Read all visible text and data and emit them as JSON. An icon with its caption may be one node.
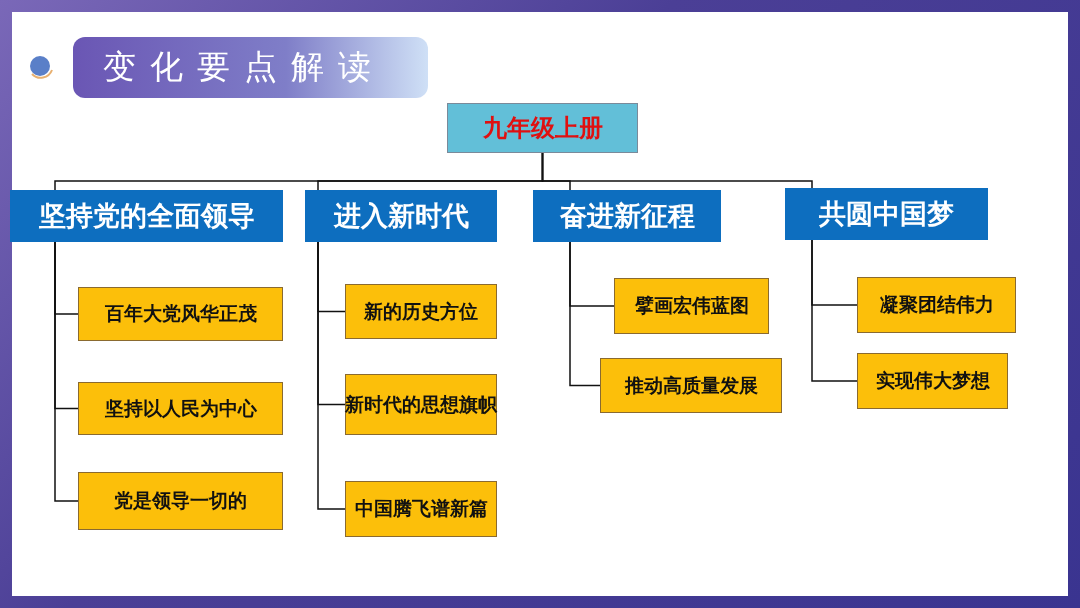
{
  "diagram": {
    "title": "变化要点解读",
    "nodes": [
      {
        "text": [
          "九年级上册"
        ]
      },
      {
        "text": [
          "坚持党的全面领导"
        ]
      },
      {
        "text": [
          "百年大党风华正茂"
        ]
      },
      {
        "text": [
          "坚持以人民为中心"
        ]
      },
      {
        "text": [
          "党是领导一切的"
        ]
      },
      {
        "text": [
          "进入新时代"
        ]
      },
      {
        "text": [
          "新的历史方位"
        ]
      },
      {
        "text": [
          "新时代的思想旗帜"
        ]
      },
      {
        "text": [
          "中国腾飞谱新篇"
        ]
      },
      {
        "text": [
          "奋进新征程"
        ]
      },
      {
        "text": [
          "擘画宏伟蓝图"
        ]
      },
      {
        "text": [
          "推动高质量发展"
        ]
      },
      {
        "text": [
          "共圆中国梦"
        ]
      },
      {
        "text": [
          "凝聚团结伟力"
        ]
      },
      {
        "text": [
          "实现伟大梦想"
        ]
      }
    ],
    "edges": [
      {
        "from": 0,
        "to": 1,
        "arrow": "none"
      },
      {
        "from": 0,
        "to": 5,
        "arrow": "none"
      },
      {
        "from": 0,
        "to": 9,
        "arrow": "none"
      },
      {
        "from": 0,
        "to": 12,
        "arrow": "none"
      },
      {
        "from": 1,
        "to": 2,
        "arrow": "none"
      },
      {
        "from": 1,
        "to": 3,
        "arrow": "none"
      },
      {
        "from": 1,
        "to": 4,
        "arrow": "none"
      },
      {
        "from": 5,
        "to": 6,
        "arrow": "none"
      },
      {
        "from": 5,
        "to": 7,
        "arrow": "none"
      },
      {
        "from": 5,
        "to": 8,
        "arrow": "none"
      },
      {
        "from": 9,
        "to": 10,
        "arrow": "none"
      },
      {
        "from": 9,
        "to": 11,
        "arrow": "none"
      },
      {
        "from": 12,
        "to": 13,
        "arrow": "none"
      },
      {
        "from": 12,
        "to": 14,
        "arrow": "none"
      }
    ]
  }
}
